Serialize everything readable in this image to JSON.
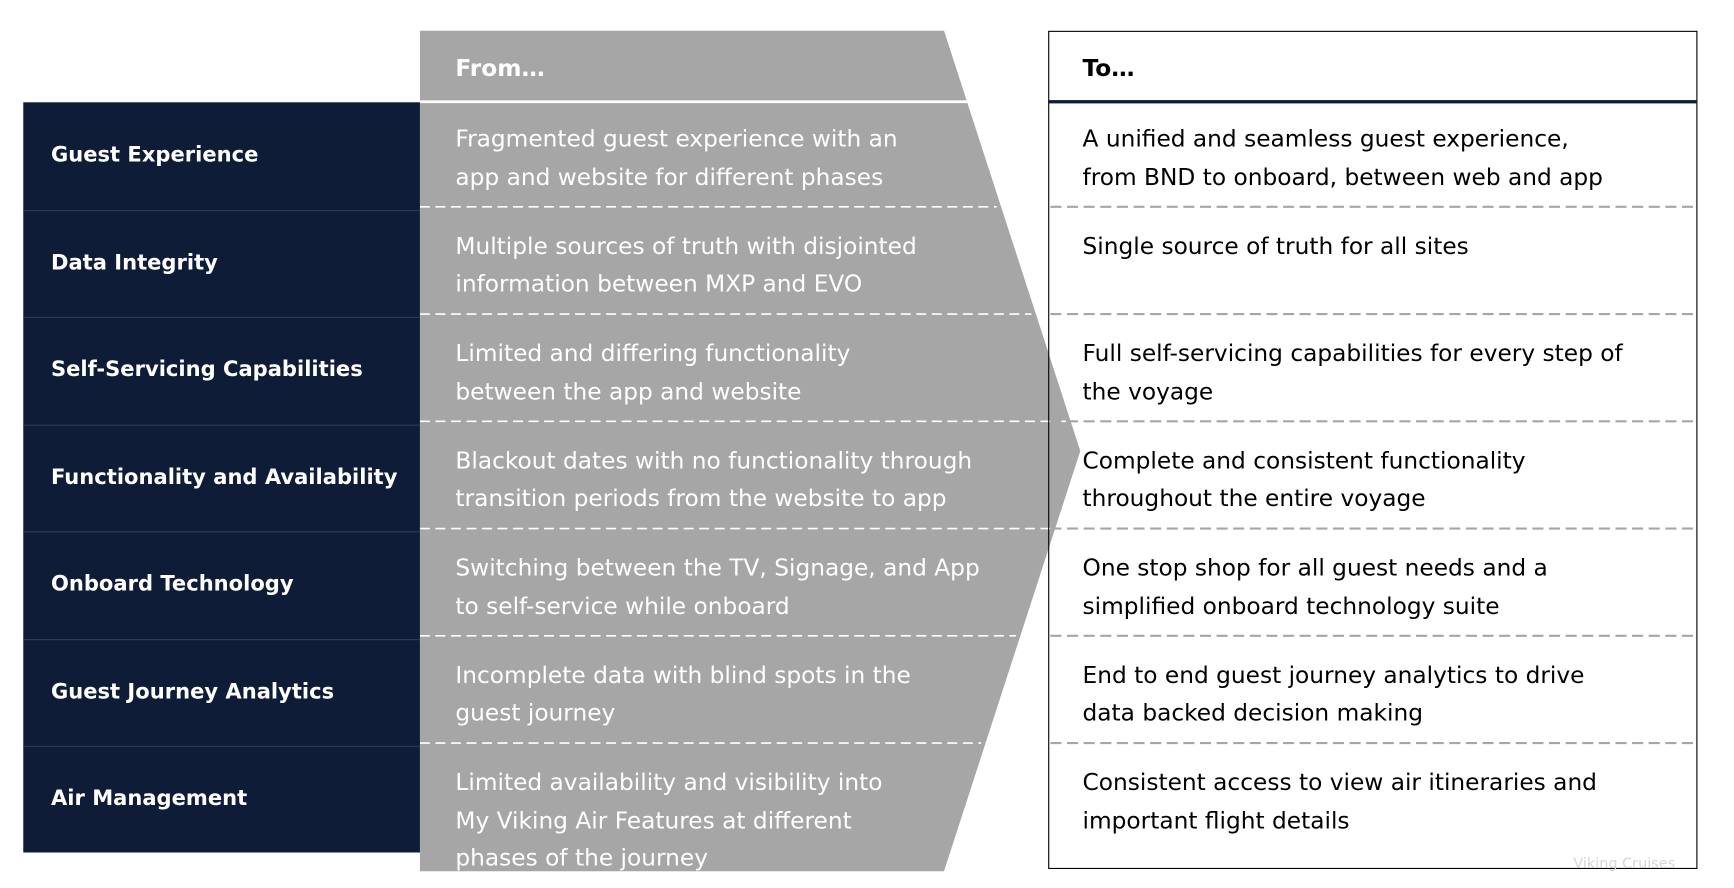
{
  "headers": {
    "from": "From…",
    "to": "To…"
  },
  "rows": [
    {
      "category": "Guest Experience",
      "from": [
        "Fragmented guest experience with an",
        "app and website for different phases"
      ],
      "to": [
        "A unified and seamless guest experience,",
        "from BND to onboard, between web and app"
      ]
    },
    {
      "category": "Data Integrity",
      "from": [
        "Multiple sources of truth with disjointed",
        "information between MXP and EVO"
      ],
      "to": [
        "Single source of truth for all sites"
      ]
    },
    {
      "category": "Self-Servicing Capabilities",
      "from": [
        "Limited and differing functionality",
        "between the app and website"
      ],
      "to": [
        "Full self-servicing capabilities for every step of",
        "the voyage"
      ]
    },
    {
      "category": "Functionality and Availability",
      "from": [
        "Blackout dates with no functionality through",
        "transition periods from the website to app"
      ],
      "to": [
        "Complete and consistent functionality",
        "throughout the entire voyage"
      ]
    },
    {
      "category": "Onboard Technology",
      "from": [
        "Switching between the TV, Signage, and App",
        "to self-service while onboard"
      ],
      "to": [
        "One stop shop for all guest needs and a",
        "simplified onboard technology suite"
      ]
    },
    {
      "category": "Guest Journey Analytics",
      "from": [
        "Incomplete data with blind spots in the",
        "guest journey"
      ],
      "to": [
        "End to end guest journey analytics to drive",
        "data backed decision making"
      ]
    },
    {
      "category": "Air Management",
      "from": [
        "Limited availability and visibility into",
        "My Viking Air Features at different",
        "phases of the journey"
      ],
      "to": [
        "Consistent access to view air itineraries and",
        "important flight details"
      ]
    }
  ],
  "watermark": "Viking Cruises",
  "colors": {
    "navy": "#0f1c37",
    "gray": "#a6a6a6",
    "white": "#ffffff",
    "divider": "#a6a6a6"
  }
}
